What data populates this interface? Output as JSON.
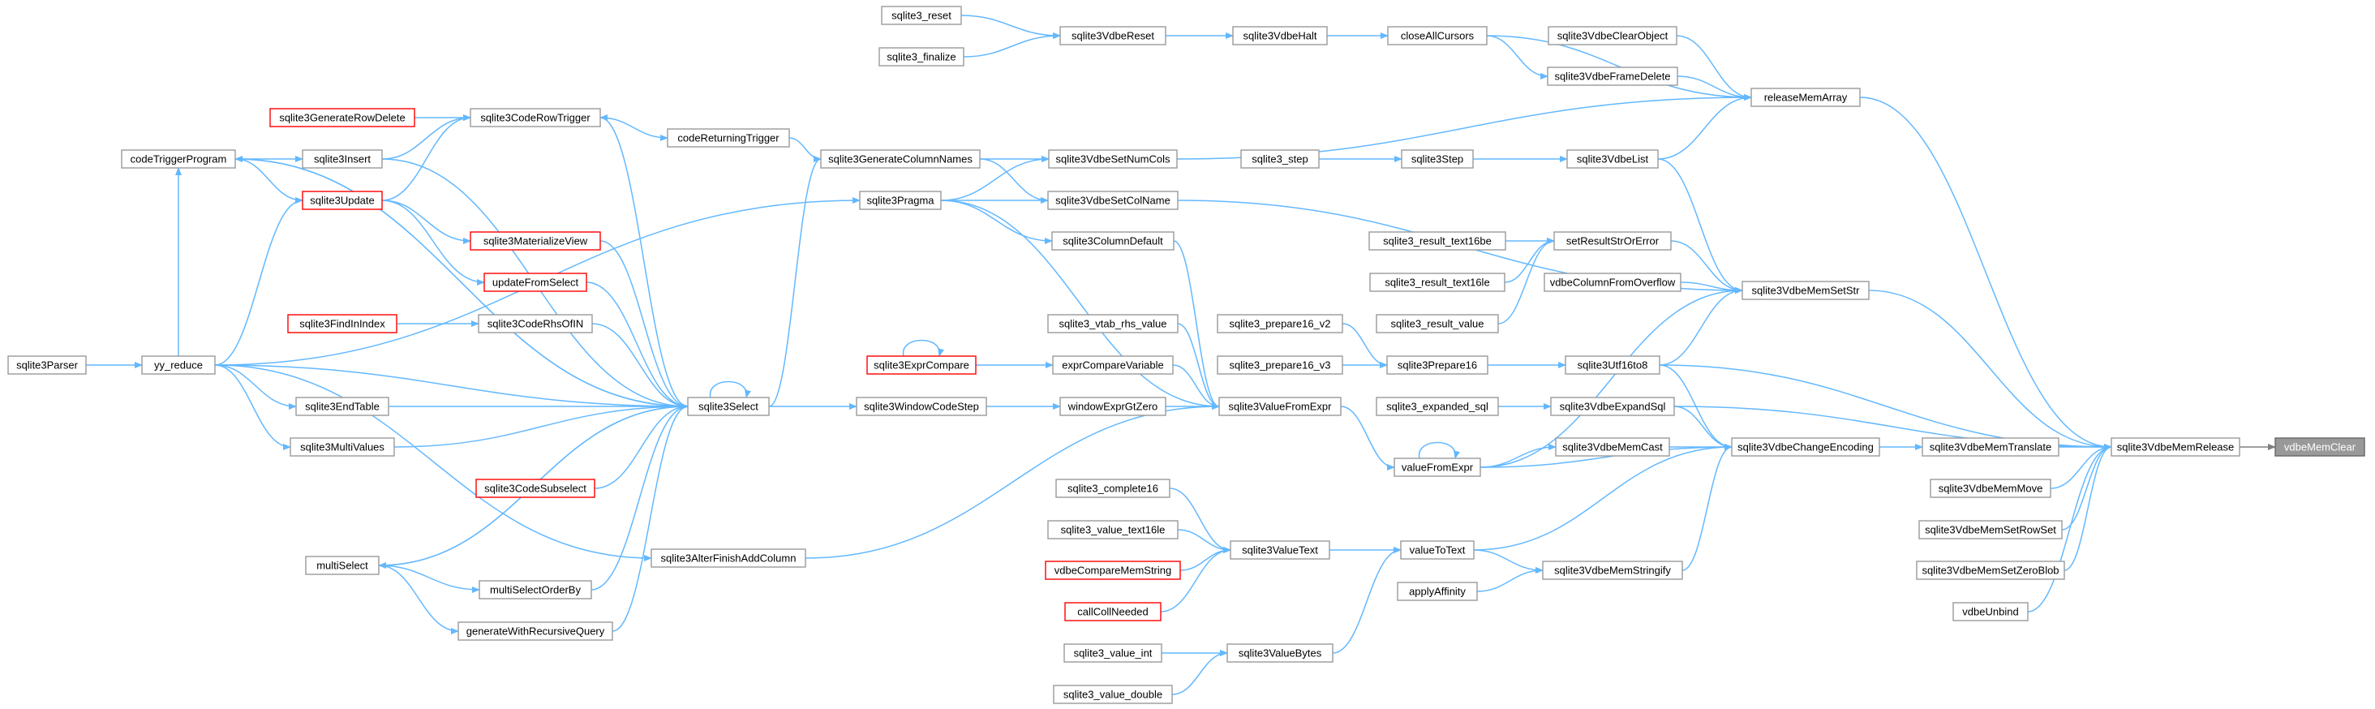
{
  "diagram": {
    "nodes": [
      {
        "id": "sqlite3_reset",
        "label": "sqlite3_reset"
      },
      {
        "id": "sqlite3_finalize",
        "label": "sqlite3_finalize"
      },
      {
        "id": "sqlite3VdbeReset",
        "label": "sqlite3VdbeReset"
      },
      {
        "id": "sqlite3VdbeHalt",
        "label": "sqlite3VdbeHalt"
      },
      {
        "id": "closeAllCursors",
        "label": "closeAllCursors"
      },
      {
        "id": "sqlite3VdbeClearObject",
        "label": "sqlite3VdbeClearObject"
      },
      {
        "id": "sqlite3VdbeFrameDelete",
        "label": "sqlite3VdbeFrameDelete"
      },
      {
        "id": "releaseMemArray",
        "label": "releaseMemArray"
      },
      {
        "id": "sqlite3GenerateRowDelete",
        "label": "sqlite3GenerateRowDelete",
        "red": true
      },
      {
        "id": "sqlite3CodeRowTrigger",
        "label": "sqlite3CodeRowTrigger"
      },
      {
        "id": "codeReturningTrigger",
        "label": "codeReturningTrigger"
      },
      {
        "id": "sqlite3GenerateColumnNames",
        "label": "sqlite3GenerateColumnNames"
      },
      {
        "id": "sqlite3VdbeSetNumCols",
        "label": "sqlite3VdbeSetNumCols"
      },
      {
        "id": "codeTriggerProgram",
        "label": "codeTriggerProgram"
      },
      {
        "id": "sqlite3Insert",
        "label": "sqlite3Insert"
      },
      {
        "id": "sqlite3_step",
        "label": "sqlite3_step"
      },
      {
        "id": "sqlite3Step",
        "label": "sqlite3Step"
      },
      {
        "id": "sqlite3VdbeList",
        "label": "sqlite3VdbeList"
      },
      {
        "id": "sqlite3Update",
        "label": "sqlite3Update",
        "red": true
      },
      {
        "id": "sqlite3Pragma",
        "label": "sqlite3Pragma"
      },
      {
        "id": "sqlite3VdbeSetColName",
        "label": "sqlite3VdbeSetColName"
      },
      {
        "id": "sqlite3MaterializeView",
        "label": "sqlite3MaterializeView",
        "red": true
      },
      {
        "id": "sqlite3ColumnDefault",
        "label": "sqlite3ColumnDefault"
      },
      {
        "id": "sqlite3_result_text16be",
        "label": "sqlite3_result_text16be"
      },
      {
        "id": "setResultStrOrError",
        "label": "setResultStrOrError"
      },
      {
        "id": "updateFromSelect",
        "label": "updateFromSelect",
        "red": true
      },
      {
        "id": "sqlite3_result_text16le",
        "label": "sqlite3_result_text16le"
      },
      {
        "id": "vdbeColumnFromOverflow",
        "label": "vdbeColumnFromOverflow"
      },
      {
        "id": "sqlite3VdbeMemSetStr",
        "label": "sqlite3VdbeMemSetStr"
      },
      {
        "id": "sqlite3FindInIndex",
        "label": "sqlite3FindInIndex",
        "red": true
      },
      {
        "id": "sqlite3CodeRhsOfIN",
        "label": "sqlite3CodeRhsOfIN"
      },
      {
        "id": "sqlite3_result_value",
        "label": "sqlite3_result_value"
      },
      {
        "id": "sqlite3_vtab_rhs_value",
        "label": "sqlite3_vtab_rhs_value"
      },
      {
        "id": "sqlite3_prepare16_v2",
        "label": "sqlite3_prepare16_v2"
      },
      {
        "id": "sqlite3Parser",
        "label": "sqlite3Parser"
      },
      {
        "id": "yy_reduce",
        "label": "yy_reduce"
      },
      {
        "id": "sqlite3ExprCompare",
        "label": "sqlite3ExprCompare",
        "red": true
      },
      {
        "id": "exprCompareVariable",
        "label": "exprCompareVariable"
      },
      {
        "id": "sqlite3_prepare16_v3",
        "label": "sqlite3_prepare16_v3"
      },
      {
        "id": "sqlite3Prepare16",
        "label": "sqlite3Prepare16"
      },
      {
        "id": "sqlite3Utf16to8",
        "label": "sqlite3Utf16to8"
      },
      {
        "id": "sqlite3EndTable",
        "label": "sqlite3EndTable"
      },
      {
        "id": "sqlite3Select",
        "label": "sqlite3Select"
      },
      {
        "id": "sqlite3WindowCodeStep",
        "label": "sqlite3WindowCodeStep"
      },
      {
        "id": "windowExprGtZero",
        "label": "windowExprGtZero"
      },
      {
        "id": "sqlite3ValueFromExpr",
        "label": "sqlite3ValueFromExpr"
      },
      {
        "id": "sqlite3_expanded_sql",
        "label": "sqlite3_expanded_sql"
      },
      {
        "id": "sqlite3VdbeExpandSql",
        "label": "sqlite3VdbeExpandSql"
      },
      {
        "id": "sqlite3MultiValues",
        "label": "sqlite3MultiValues"
      },
      {
        "id": "sqlite3VdbeMemCast",
        "label": "sqlite3VdbeMemCast"
      },
      {
        "id": "sqlite3VdbeChangeEncoding",
        "label": "sqlite3VdbeChangeEncoding"
      },
      {
        "id": "sqlite3VdbeMemTranslate",
        "label": "sqlite3VdbeMemTranslate"
      },
      {
        "id": "sqlite3VdbeMemRelease",
        "label": "sqlite3VdbeMemRelease"
      },
      {
        "id": "vdbeMemClear",
        "label": "vdbeMemClear",
        "highlight": true
      },
      {
        "id": "valueFromExpr",
        "label": "valueFromExpr"
      },
      {
        "id": "sqlite3CodeSubselect",
        "label": "sqlite3CodeSubselect",
        "red": true
      },
      {
        "id": "sqlite3VdbeMemMove",
        "label": "sqlite3VdbeMemMove"
      },
      {
        "id": "sqlite3_complete16",
        "label": "sqlite3_complete16"
      },
      {
        "id": "sqlite3VdbeMemSetRowSet",
        "label": "sqlite3VdbeMemSetRowSet"
      },
      {
        "id": "sqlite3_value_text16le",
        "label": "sqlite3_value_text16le"
      },
      {
        "id": "sqlite3ValueText",
        "label": "sqlite3ValueText"
      },
      {
        "id": "valueToText",
        "label": "valueToText"
      },
      {
        "id": "sqlite3AlterFinishAddColumn",
        "label": "sqlite3AlterFinishAddColumn"
      },
      {
        "id": "multiSelect",
        "label": "multiSelect"
      },
      {
        "id": "vdbeCompareMemString",
        "label": "vdbeCompareMemString",
        "red": true
      },
      {
        "id": "sqlite3VdbeMemStringify",
        "label": "sqlite3VdbeMemStringify"
      },
      {
        "id": "sqlite3VdbeMemSetZeroBlob",
        "label": "sqlite3VdbeMemSetZeroBlob"
      },
      {
        "id": "multiSelectOrderBy",
        "label": "multiSelectOrderBy"
      },
      {
        "id": "applyAffinity",
        "label": "applyAffinity"
      },
      {
        "id": "callCollNeeded",
        "label": "callCollNeeded",
        "red": true
      },
      {
        "id": "vdbeUnbind",
        "label": "vdbeUnbind"
      },
      {
        "id": "generateWithRecursiveQuery",
        "label": "generateWithRecursiveQuery"
      },
      {
        "id": "sqlite3_value_int",
        "label": "sqlite3_value_int"
      },
      {
        "id": "sqlite3ValueBytes",
        "label": "sqlite3ValueBytes"
      },
      {
        "id": "sqlite3_value_double",
        "label": "sqlite3_value_double"
      }
    ],
    "edges": [
      [
        "sqlite3_reset",
        "sqlite3VdbeReset"
      ],
      [
        "sqlite3_finalize",
        "sqlite3VdbeReset"
      ],
      [
        "sqlite3VdbeReset",
        "sqlite3VdbeHalt"
      ],
      [
        "sqlite3VdbeHalt",
        "closeAllCursors"
      ],
      [
        "closeAllCursors",
        "releaseMemArray"
      ],
      [
        "closeAllCursors",
        "sqlite3VdbeFrameDelete"
      ],
      [
        "sqlite3VdbeClearObject",
        "releaseMemArray"
      ],
      [
        "sqlite3VdbeFrameDelete",
        "releaseMemArray"
      ],
      [
        "sqlite3VdbeSetNumCols",
        "releaseMemArray"
      ],
      [
        "sqlite3VdbeList",
        "releaseMemArray"
      ],
      [
        "releaseMemArray",
        "sqlite3VdbeMemRelease"
      ],
      [
        "sqlite3GenerateRowDelete",
        "sqlite3CodeRowTrigger"
      ],
      [
        "sqlite3CodeRowTrigger",
        "codeReturningTrigger"
      ],
      [
        "codeReturningTrigger",
        "sqlite3GenerateColumnNames"
      ],
      [
        "sqlite3GenerateColumnNames",
        "sqlite3VdbeSetNumCols"
      ],
      [
        "sqlite3GenerateColumnNames",
        "sqlite3VdbeSetColName"
      ],
      [
        "codeTriggerProgram",
        "sqlite3Insert"
      ],
      [
        "codeTriggerProgram",
        "sqlite3Update"
      ],
      [
        "codeTriggerProgram",
        "sqlite3Select"
      ],
      [
        "sqlite3Insert",
        "sqlite3CodeRowTrigger"
      ],
      [
        "sqlite3Insert",
        "sqlite3Select"
      ],
      [
        "sqlite3Update",
        "sqlite3CodeRowTrigger"
      ],
      [
        "sqlite3Update",
        "sqlite3MaterializeView"
      ],
      [
        "sqlite3Update",
        "updateFromSelect"
      ],
      [
        "sqlite3MaterializeView",
        "sqlite3Select"
      ],
      [
        "updateFromSelect",
        "sqlite3Select"
      ],
      [
        "sqlite3_step",
        "sqlite3Step"
      ],
      [
        "sqlite3Step",
        "sqlite3VdbeList"
      ],
      [
        "sqlite3VdbeList",
        "sqlite3VdbeMemSetStr"
      ],
      [
        "sqlite3Pragma",
        "sqlite3VdbeSetNumCols"
      ],
      [
        "sqlite3Pragma",
        "sqlite3VdbeSetColName"
      ],
      [
        "sqlite3Pragma",
        "sqlite3ColumnDefault"
      ],
      [
        "sqlite3Pragma",
        "sqlite3ValueFromExpr"
      ],
      [
        "sqlite3VdbeSetColName",
        "sqlite3VdbeMemSetStr"
      ],
      [
        "sqlite3ColumnDefault",
        "sqlite3ValueFromExpr"
      ],
      [
        "sqlite3_result_text16be",
        "setResultStrOrError"
      ],
      [
        "sqlite3_result_text16le",
        "setResultStrOrError"
      ],
      [
        "sqlite3_result_value",
        "setResultStrOrError"
      ],
      [
        "setResultStrOrError",
        "sqlite3VdbeMemSetStr"
      ],
      [
        "vdbeColumnFromOverflow",
        "sqlite3VdbeMemSetStr"
      ],
      [
        "sqlite3VdbeMemSetStr",
        "sqlite3VdbeMemRelease"
      ],
      [
        "sqlite3FindInIndex",
        "sqlite3CodeRhsOfIN"
      ],
      [
        "sqlite3CodeRhsOfIN",
        "sqlite3Select"
      ],
      [
        "sqlite3_vtab_rhs_value",
        "sqlite3ValueFromExpr"
      ],
      [
        "sqlite3_prepare16_v2",
        "sqlite3Prepare16"
      ],
      [
        "sqlite3_prepare16_v3",
        "sqlite3Prepare16"
      ],
      [
        "sqlite3Prepare16",
        "sqlite3Utf16to8"
      ],
      [
        "sqlite3Utf16to8",
        "sqlite3VdbeMemSetStr"
      ],
      [
        "sqlite3Utf16to8",
        "sqlite3VdbeChangeEncoding"
      ],
      [
        "sqlite3Utf16to8",
        "sqlite3VdbeMemRelease"
      ],
      [
        "sqlite3Parser",
        "yy_reduce"
      ],
      [
        "yy_reduce",
        "codeTriggerProgram"
      ],
      [
        "yy_reduce",
        "sqlite3Update"
      ],
      [
        "yy_reduce",
        "sqlite3Pragma"
      ],
      [
        "yy_reduce",
        "sqlite3EndTable"
      ],
      [
        "yy_reduce",
        "sqlite3Select"
      ],
      [
        "yy_reduce",
        "sqlite3MultiValues"
      ],
      [
        "yy_reduce",
        "sqlite3AlterFinishAddColumn"
      ],
      [
        "sqlite3ExprCompare",
        "sqlite3ExprCompare"
      ],
      [
        "sqlite3ExprCompare",
        "exprCompareVariable"
      ],
      [
        "exprCompareVariable",
        "sqlite3ValueFromExpr"
      ],
      [
        "sqlite3EndTable",
        "sqlite3Select"
      ],
      [
        "sqlite3MultiValues",
        "sqlite3Select"
      ],
      [
        "sqlite3Select",
        "sqlite3Select"
      ],
      [
        "sqlite3Select",
        "codeTriggerProgram"
      ],
      [
        "sqlite3Select",
        "sqlite3CodeRowTrigger"
      ],
      [
        "sqlite3Select",
        "sqlite3GenerateColumnNames"
      ],
      [
        "sqlite3Select",
        "sqlite3WindowCodeStep"
      ],
      [
        "sqlite3Select",
        "multiSelect"
      ],
      [
        "sqlite3CodeSubselect",
        "sqlite3Select"
      ],
      [
        "sqlite3WindowCodeStep",
        "windowExprGtZero"
      ],
      [
        "windowExprGtZero",
        "sqlite3ValueFromExpr"
      ],
      [
        "sqlite3ValueFromExpr",
        "valueFromExpr"
      ],
      [
        "sqlite3AlterFinishAddColumn",
        "sqlite3ValueFromExpr"
      ],
      [
        "valueFromExpr",
        "valueFromExpr"
      ],
      [
        "valueFromExpr",
        "sqlite3VdbeMemSetStr"
      ],
      [
        "valueFromExpr",
        "sqlite3VdbeMemCast"
      ],
      [
        "valueFromExpr",
        "sqlite3VdbeChangeEncoding"
      ],
      [
        "sqlite3_expanded_sql",
        "sqlite3VdbeExpandSql"
      ],
      [
        "sqlite3VdbeExpandSql",
        "sqlite3VdbeChangeEncoding"
      ],
      [
        "sqlite3VdbeExpandSql",
        "sqlite3VdbeMemRelease"
      ],
      [
        "sqlite3VdbeMemCast",
        "sqlite3VdbeChangeEncoding"
      ],
      [
        "sqlite3VdbeChangeEncoding",
        "sqlite3VdbeMemTranslate"
      ],
      [
        "sqlite3VdbeMemTranslate",
        "sqlite3VdbeMemRelease"
      ],
      [
        "sqlite3VdbeMemRelease",
        "vdbeMemClear"
      ],
      [
        "sqlite3VdbeMemMove",
        "sqlite3VdbeMemRelease"
      ],
      [
        "sqlite3VdbeMemSetRowSet",
        "sqlite3VdbeMemRelease"
      ],
      [
        "sqlite3VdbeMemSetZeroBlob",
        "sqlite3VdbeMemRelease"
      ],
      [
        "vdbeUnbind",
        "sqlite3VdbeMemRelease"
      ],
      [
        "multiSelect",
        "sqlite3Select"
      ],
      [
        "multiSelect",
        "multiSelectOrderBy"
      ],
      [
        "multiSelect",
        "generateWithRecursiveQuery"
      ],
      [
        "multiSelectOrderBy",
        "sqlite3Select"
      ],
      [
        "generateWithRecursiveQuery",
        "sqlite3Select"
      ],
      [
        "sqlite3_complete16",
        "sqlite3ValueText"
      ],
      [
        "sqlite3_value_text16le",
        "sqlite3ValueText"
      ],
      [
        "vdbeCompareMemString",
        "sqlite3ValueText"
      ],
      [
        "callCollNeeded",
        "sqlite3ValueText"
      ],
      [
        "sqlite3ValueText",
        "valueToText"
      ],
      [
        "valueToText",
        "sqlite3VdbeChangeEncoding"
      ],
      [
        "valueToText",
        "sqlite3VdbeMemStringify"
      ],
      [
        "sqlite3VdbeMemStringify",
        "sqlite3VdbeChangeEncoding"
      ],
      [
        "applyAffinity",
        "sqlite3VdbeMemStringify"
      ],
      [
        "sqlite3_value_int",
        "sqlite3ValueBytes"
      ],
      [
        "sqlite3_value_double",
        "sqlite3ValueBytes"
      ],
      [
        "sqlite3ValueBytes",
        "valueToText"
      ]
    ]
  }
}
